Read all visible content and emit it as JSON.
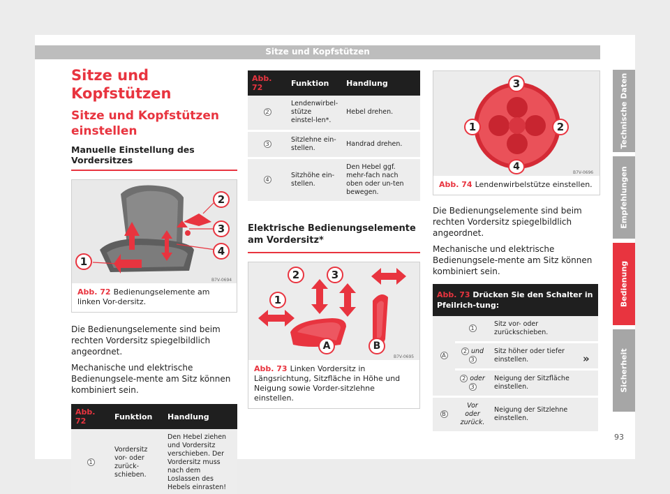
{
  "header": {
    "title": "Sitze und Kopfstützen"
  },
  "col1": {
    "h1": "Sitze und Kopfstützen",
    "h2": "Sitze und Kopfstützen einstellen",
    "h3": "Manuelle Einstellung des Vordersitzes",
    "fig72": {
      "code": "B7V-0694",
      "label": "Abb. 72",
      "caption": "Bedienungselemente am linken Vor-dersitz.",
      "markers": [
        "1",
        "2",
        "3",
        "4"
      ]
    },
    "para1": "Die Bedienungselemente sind beim rechten Vordersitz spiegelbildlich angeordnet.",
    "para2": "Mechanische und elektrische Bedienungsele-mente am Sitz können kombiniert sein.",
    "table": {
      "headers": [
        "Abb. 72",
        "Funktion",
        "Handlung"
      ],
      "rows": [
        {
          "num": "1",
          "funktion": "Vordersitz vor- oder zurück-schieben.",
          "handlung": "Den Hebel ziehen und Vordersitz verschieben. Der Vordersitz muss nach dem Loslassen des Hebels einrasten!"
        }
      ]
    }
  },
  "col2": {
    "table": {
      "headers": [
        "Abb. 72",
        "Funktion",
        "Handlung"
      ],
      "rows": [
        {
          "num": "2",
          "funktion": "Lendenwirbel-stütze einstel-len*.",
          "handlung": "Hebel drehen."
        },
        {
          "num": "3",
          "funktion": "Sitzlehne ein-stellen.",
          "handlung": "Handrad drehen."
        },
        {
          "num": "4",
          "funktion": "Sitzhöhe ein-stellen.",
          "handlung": "Den Hebel ggf. mehr-fach nach oben oder un-ten bewegen."
        }
      ]
    },
    "h3": "Elektrische Bedienungselemente am Vordersitz*",
    "fig73": {
      "code": "B7V-0695",
      "label": "Abb. 73",
      "caption": "Linken Vordersitz in Längsrichtung, Sitzfläche in Höhe und Neigung sowie Vorder-sitzlehne einstellen.",
      "markers": [
        "1",
        "2",
        "3",
        "A",
        "B"
      ]
    }
  },
  "col3": {
    "fig74": {
      "code": "B7V-0696",
      "label": "Abb. 74",
      "caption": "Lendenwirbelstütze einstellen.",
      "markers": [
        "1",
        "2",
        "3",
        "4"
      ]
    },
    "para1": "Die Bedienungselemente sind beim rechten Vordersitz spiegelbildlich angeordnet.",
    "para2": "Mechanische und elektrische Bedienungsele-mente am Sitz können kombiniert sein.",
    "table": {
      "header_ref": "Abb. 73",
      "header_text": "Drücken Sie den Schalter in Pfeilrich-tung:",
      "group_a": "A",
      "rows": [
        {
          "a": "1",
          "conj": "",
          "b": "",
          "text": "Sitz vor- oder zurückschieben."
        },
        {
          "a": "2",
          "conj": "und",
          "b": "3",
          "text": "Sitz höher oder tiefer einstellen."
        },
        {
          "a": "2",
          "conj": "oder",
          "b": "3",
          "text": "Neigung der Sitzfläche einstellen."
        }
      ],
      "group_b": "B",
      "row_b": {
        "ctrl": "Vor oder zurück.",
        "text": "Neigung der Sitzlehne einstellen."
      }
    },
    "more": "»"
  },
  "sidebar": {
    "tabs": [
      "Technische Daten",
      "Empfehlungen",
      "Bedienung",
      "Sicherheit"
    ],
    "active": "Bedienung"
  },
  "page_number": "93",
  "colors": {
    "accent": "#e8343f",
    "tab_gray": "#a6a6a6",
    "header_black": "#1f1f1f"
  }
}
